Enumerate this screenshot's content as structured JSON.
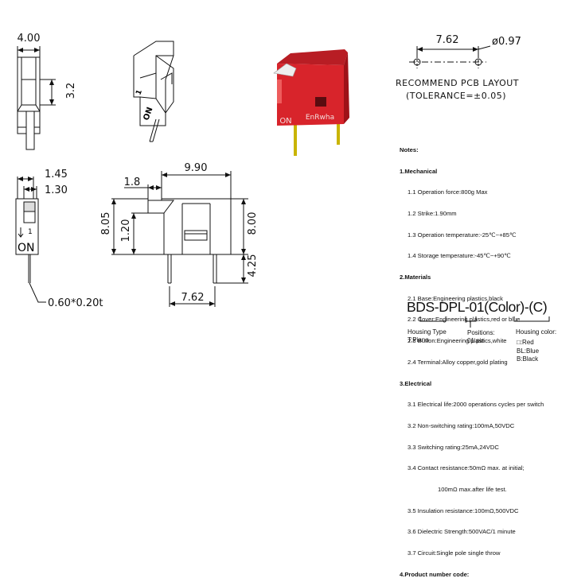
{
  "dimensions": {
    "side_width": "4.00",
    "side_height": "3.2",
    "front_w1": "1.45",
    "front_w2": "1.30",
    "lead_section": "0.60*0.20t",
    "body_length": "9.90",
    "step": "1.8",
    "overall_height": "8.05",
    "base_height": "1.20",
    "body_height": "8.00",
    "lead_length": "4.25",
    "pin_pitch_bottom": "7.62",
    "pcb_pitch": "7.62",
    "hole_dia": "ø0.97"
  },
  "marks": {
    "on": "ON",
    "one": "1",
    "brand": "EnRwha"
  },
  "pcb": {
    "title": "RECOMMEND  PCB  LAYOUT",
    "tolerance": "(TOLERANCE=±0.05)"
  },
  "notes": {
    "title": "Notes:",
    "lines": [
      "1.Mechanical",
      "1.1 Operation force:800g Max",
      "1.2 Strike:1.90mm",
      "1.3 Operation temperature:-25℃~+85℃",
      "1.4 Storage temperature:-45℃~+90℃",
      "2.Materials",
      "2.1 Base:Engineering plastics,black",
      "2.2 Cover:Engineering plastics,red or blue",
      "2.3 Button:Engineering plastics,white",
      "2.4 Terminal:Alloy copper,gold plating",
      "3.Electrical",
      "3.1 Electrical life:2000 operations cycles per switch",
      "3.2 Non-switching rating:100mA,50VDC",
      "3.3 Switching rating:25mA,24VDC",
      "3.4 Contact resistance:50mΩ max. at initial;",
      "100mΩ max.after life test.",
      "3.5 Insulation resistance:100mΩ,500VDC",
      "3.6 Dielectric Strength:500VAC/1 minute",
      "3.7 Circuit:Single pole single throw",
      "4.Product number code:"
    ]
  },
  "product_code": "BDS-DPL-01(Color)-(C)",
  "code_labels": {
    "housing_type": "Housing Type",
    "housing_type_val": "T:Piano",
    "positions": "Positions:",
    "positions_val": "01 pin",
    "housing_color": "Housing color:",
    "color_red": "□:Red",
    "color_blue": "BL:Blue",
    "color_black": "B:Black"
  },
  "colors": {
    "switch_red": "#d8242b",
    "lead_yellow": "#d9c400"
  }
}
